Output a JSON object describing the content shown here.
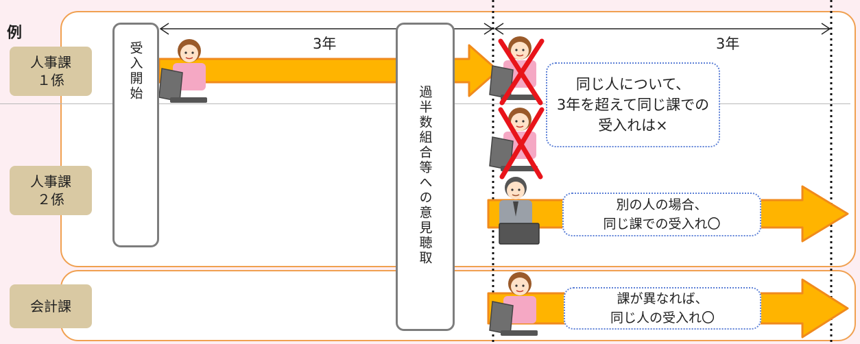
{
  "example_label": "例",
  "departments": [
    {
      "id": "jinji1",
      "label": "人事課\n１係"
    },
    {
      "id": "jinji2",
      "label": "人事課\n２係"
    },
    {
      "id": "kaikei",
      "label": "会計課"
    }
  ],
  "period_labels": [
    "3年",
    "3年"
  ],
  "milestones": {
    "start": "受入開始",
    "consult": "過半数組合等への意見聴取"
  },
  "notes": {
    "same_person": "同じ人について、\n3年を超えて同じ課での\n受入れは×",
    "other_person": "別の人の場合、\n同じ課での受入れ〇",
    "other_dept": "課が異なれば、\n同じ人の受入れ〇"
  },
  "colors": {
    "section_border": "#f0a050",
    "arrow_fill": "#ffb400",
    "arrow_border": "#f08a1c",
    "dept_box": "#d9c9a3",
    "note_border": "#5b7fd6",
    "cross": "#e8141a",
    "background": "#fdeef2"
  }
}
